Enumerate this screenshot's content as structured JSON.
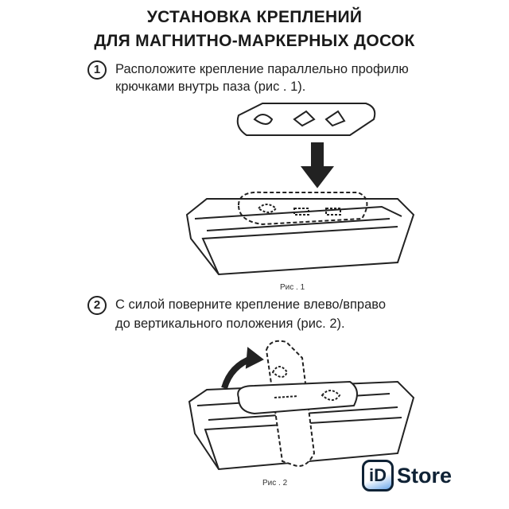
{
  "title": {
    "line1": "УСТАНОВКА КРЕПЛЕНИЙ",
    "line2": "ДЛЯ МАГНИТНО-МАРКЕРНЫХ ДОСОК"
  },
  "steps": [
    {
      "number": "1",
      "line1": "Расположите крепление параллельно профилю",
      "line2": "крючками внутрь паза (рис . 1)."
    },
    {
      "number": "2",
      "line1": "С силой поверните крепление влево/вправо",
      "line2": "до вертикального положения (рис. 2)."
    }
  ],
  "figures": {
    "fig1_caption": "Рис . 1",
    "fig2_caption": "Рис . 2"
  },
  "logo": {
    "mark": "iD",
    "text": "Store"
  }
}
